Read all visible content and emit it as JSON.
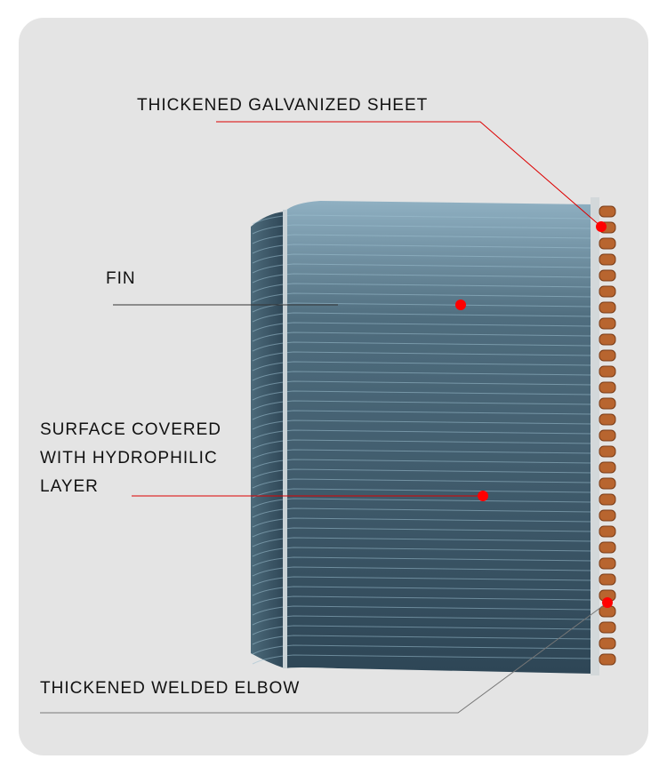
{
  "callouts": {
    "galvanized_sheet": "THICKENED GALVANIZED SHEET",
    "fin": "FIN",
    "surface_line1": "SURFACE COVERED",
    "surface_line2": "WITH HYDROPHILIC",
    "surface_line3": "LAYER",
    "welded_elbow": "THICKENED WELDED ELBOW"
  },
  "colors": {
    "accent": "#e00000",
    "background": "#e4e4e4",
    "fin": "#3f5a6a",
    "copper": "#b8652f"
  }
}
